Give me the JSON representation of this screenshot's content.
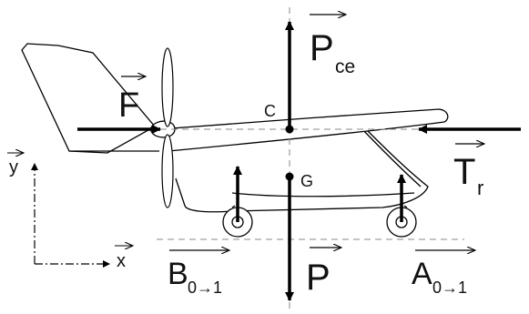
{
  "diagram": {
    "forces": {
      "F": "F",
      "Pce": {
        "main": "P",
        "sub": "ce"
      },
      "Tr": {
        "main": "T",
        "sub": "r"
      },
      "P": "P",
      "B": {
        "main": "B",
        "sub": "0→1"
      },
      "A": {
        "main": "A",
        "sub": "0→1"
      }
    },
    "points": {
      "C": "C",
      "G": "G"
    },
    "axes": {
      "x": "x",
      "y": "y"
    }
  }
}
